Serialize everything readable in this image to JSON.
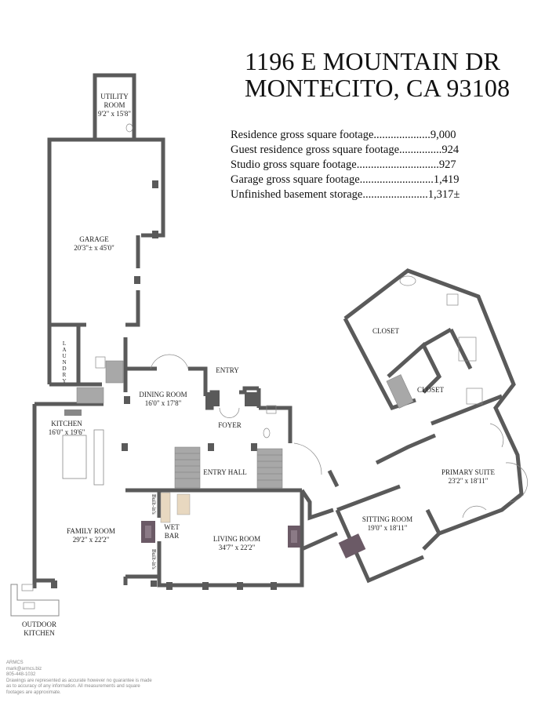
{
  "address": {
    "line1": "1196 E MOUNTAIN DR",
    "line2": "MONTECITO, CA 93108"
  },
  "stats": [
    {
      "label": "Residence gross square footage",
      "dots": "....................",
      "value": "9,000"
    },
    {
      "label": "Guest residence gross square footage",
      "dots": "...............",
      "value": "924"
    },
    {
      "label": "Studio gross square footage",
      "dots": ".............................",
      "value": "927"
    },
    {
      "label": "Garage gross square footage",
      "dots": "..........................",
      "value": "1,419"
    },
    {
      "label": "Unfinished basement storage",
      "dots": ".......................",
      "value": "1,317±"
    }
  ],
  "rooms": {
    "utility": {
      "name": "UTILITY ROOM",
      "name_a": "UTILITY",
      "name_b": "ROOM",
      "dims": "9'2\" x 15'8\""
    },
    "garage": {
      "name": "GARAGE",
      "dims": "20'3\"± x 45'0\""
    },
    "laundry": {
      "name": "LAUNDRY"
    },
    "dining": {
      "name": "DINING ROOM",
      "dims": "16'0\" x 17'8\""
    },
    "entry": {
      "name": "ENTRY"
    },
    "foyer": {
      "name": "FOYER"
    },
    "kitchen": {
      "name": "KITCHEN",
      "dims": "16'0\" x 19'6\""
    },
    "entry_hall": {
      "name": "ENTRY HALL"
    },
    "family": {
      "name": "FAMILY ROOM",
      "dims": "29'2\" x 22'2\""
    },
    "builtins_top": {
      "name": "Built-in's"
    },
    "builtins_bottom": {
      "name": "Built-in's"
    },
    "wet_bar": {
      "name_a": "WET",
      "name_b": "BAR"
    },
    "living": {
      "name": "LIVING ROOM",
      "dims": "34'7\" x 22'2\""
    },
    "closet1": {
      "name": "CLOSET"
    },
    "closet2": {
      "name": "CLOSET"
    },
    "primary": {
      "name": "PRIMARY SUITE",
      "dims": "23'2\" x 18'11\""
    },
    "sitting": {
      "name": "SITTING ROOM",
      "dims": "19'0\" x 18'11\""
    },
    "outdoor_kitchen": {
      "name_a": "OUTDOOR",
      "name_b": "KITCHEN"
    }
  },
  "footer": {
    "company": "ARMCS",
    "email": "mark@armcs.biz",
    "phone": "805-448-1032",
    "disclaimer1": "Drawings are represented as accurate however no guarantee is made",
    "disclaimer2": "as to accuracy of any information. All measurements and square",
    "disclaimer3": "footages are approximate."
  },
  "colors": {
    "wall": "#5a5a5a",
    "fixture": "#7a7a7a",
    "stair": "#a0a0a0",
    "wetbar": "#e8d8c0",
    "fireplace": "#6b5a66"
  }
}
